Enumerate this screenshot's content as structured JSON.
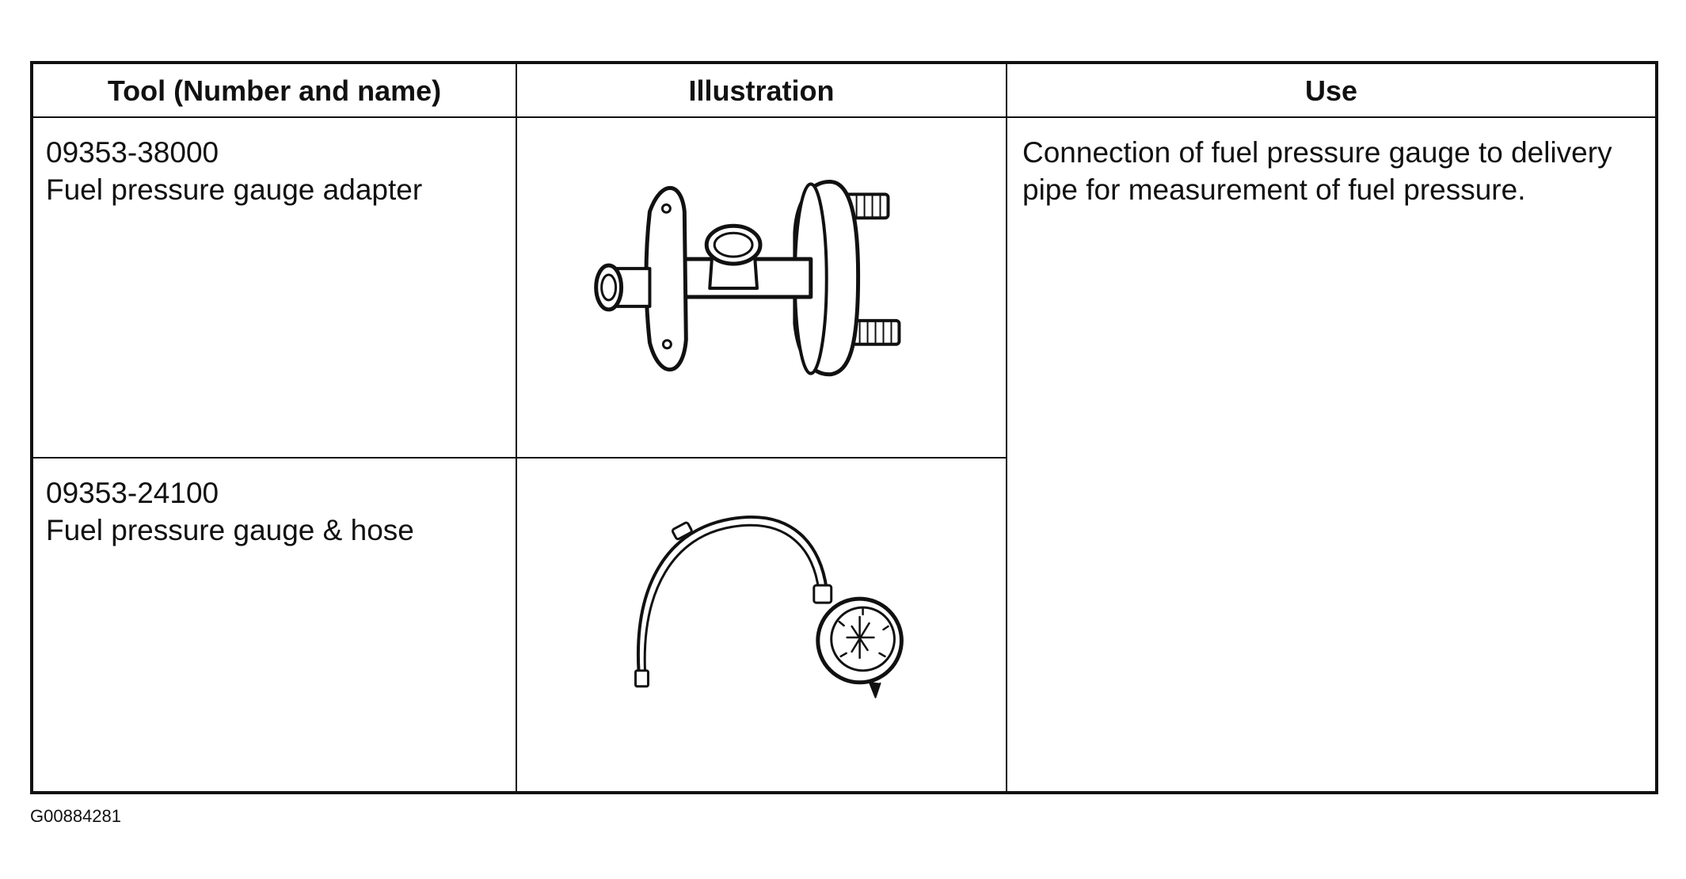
{
  "table": {
    "headers": {
      "tool": "Tool (Number and name)",
      "illustration": "Illustration",
      "use": "Use"
    },
    "rows": [
      {
        "number": "09353-38000",
        "name": "Fuel pressure gauge adapter",
        "illustration_icon": "fuel-pressure-gauge-adapter-icon"
      },
      {
        "number": "09353-24100",
        "name": "Fuel pressure gauge & hose",
        "illustration_icon": "fuel-pressure-gauge-hose-icon"
      }
    ],
    "use": {
      "line1": "Connection of fuel pressure gauge to delivery",
      "line2": "pipe for measurement of fuel pressure."
    }
  },
  "figure_id": "G00884281"
}
